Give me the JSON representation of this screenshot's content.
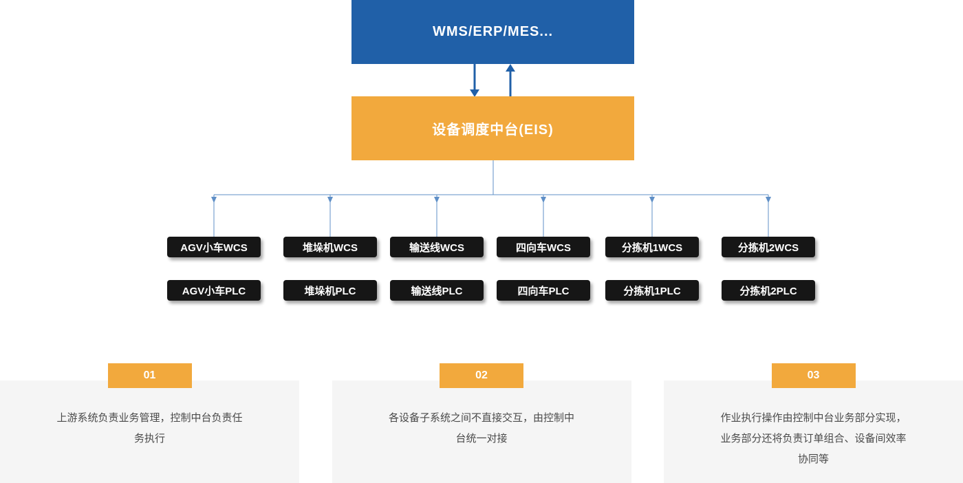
{
  "diagram": {
    "top_system": {
      "label": "WMS/ERP/MES..."
    },
    "middle_system": {
      "label": "设备调度中台(EIS)"
    },
    "subsystems": [
      {
        "wcs": "AGV小车WCS",
        "plc": "AGV小车PLC"
      },
      {
        "wcs": "堆垛机WCS",
        "plc": "堆垛机PLC"
      },
      {
        "wcs": "输送线WCS",
        "plc": "输送线PLC"
      },
      {
        "wcs": "四向车WCS",
        "plc": "四向车PLC"
      },
      {
        "wcs": "分拣机1WCS",
        "plc": "分拣机1PLC"
      },
      {
        "wcs": "分拣机2WCS",
        "plc": "分拣机2PLC"
      }
    ]
  },
  "notes": [
    {
      "number": "01",
      "text": "上游系统负责业务管理，控制中台负责任务执行"
    },
    {
      "number": "02",
      "text": "各设备子系统之间不直接交互，由控制中台统一对接"
    },
    {
      "number": "03",
      "text": "作业执行操作由控制中台业务部分实现，业务部分还将负责订单组合、设备间效率协同等"
    }
  ],
  "colors": {
    "blue": "#2060A8",
    "orange": "#F2A93D",
    "box_black": "#161616",
    "card_bg": "#F5F5F5",
    "connector": "#5F8FC7"
  }
}
